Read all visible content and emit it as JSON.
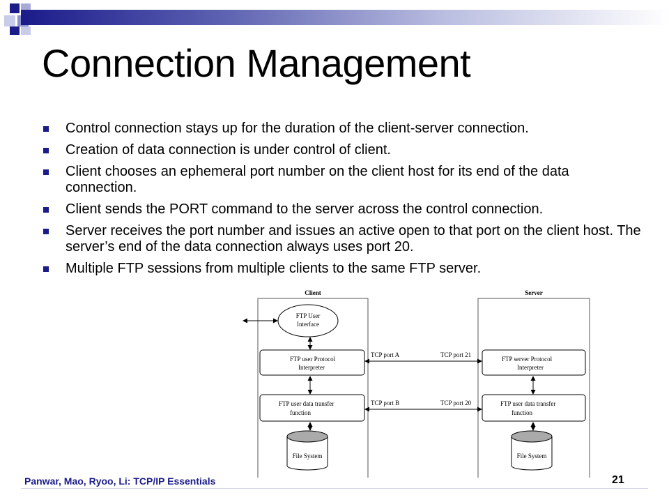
{
  "slide": {
    "title": "Connection Management",
    "bullets": [
      "Control connection stays up for the duration of the client-server connection.",
      "Creation of data connection is under control of client.",
      "Client chooses an ephemeral port number on the client host for its end of the data connection.",
      "Client sends the PORT command to the server across the control connection.",
      "Server receives the port number and issues an active open to that port on the client host. The server’s end of the data connection always uses port 20.",
      "Multiple FTP sessions from multiple clients to the same FTP server."
    ]
  },
  "diagram": {
    "client_label": "Client",
    "server_label": "Server",
    "client_ui": [
      "FTP User",
      "Interface"
    ],
    "client_pi": [
      "FTP user Protocol",
      "Interpreter"
    ],
    "client_dtp": [
      "FTP user data transfer",
      "function"
    ],
    "client_fs": "File System",
    "server_pi": [
      "FTP server Protocol",
      "Interpreter"
    ],
    "server_dtp": [
      "FTP user data transfer",
      "function"
    ],
    "server_fs": "File System",
    "port_a": "TCP port A",
    "port_21": "TCP port 21",
    "port_b": "TCP port B",
    "port_20": "TCP port 20"
  },
  "footer": {
    "authors": "Panwar, Mao, Ryoo, Li: TCP/IP Essentials",
    "page_number": "21"
  },
  "colors": {
    "accent": "#1b1b8a",
    "accent_light": "#8d92cc"
  }
}
